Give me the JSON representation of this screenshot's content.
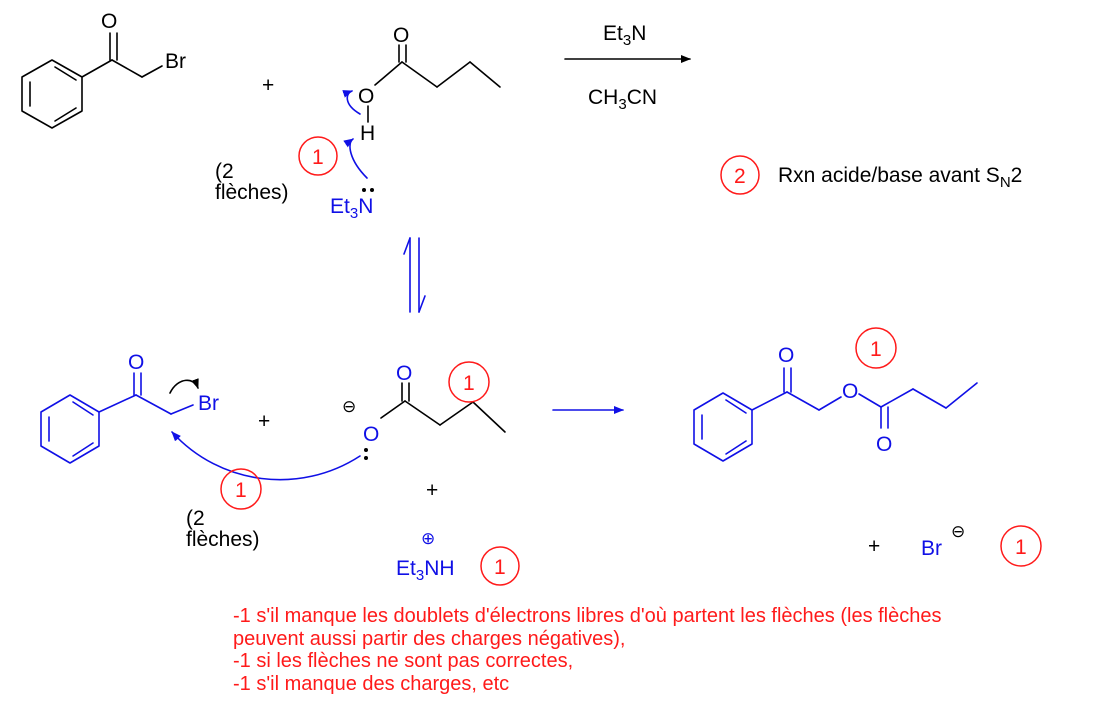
{
  "top": {
    "plus": "+",
    "reagent_above": {
      "main": "Et",
      "sub": "3",
      "tail": "N"
    },
    "reagent_below": {
      "main": "CH",
      "sub": "3",
      "tail": "CN"
    },
    "atoms": {
      "O": "O",
      "Br": "Br",
      "H": "H"
    },
    "base": {
      "main": "Et",
      "sub": "3",
      "tail": "N"
    },
    "arrow_note": [
      "(2",
      "flèches)"
    ],
    "score": "1"
  },
  "side_note": {
    "score": "2",
    "text_main": "Rxn acide/base avant S",
    "text_sub": "N",
    "text_tail": "2"
  },
  "middle": {
    "atoms": {
      "O": "O",
      "Br": "Br"
    },
    "plus_1": "+",
    "plus_2": "+",
    "charge": "⊖",
    "scores": {
      "carboxylate": "1",
      "arrow": "1",
      "ammonium": "1"
    },
    "arrow_note": [
      "(2",
      "flèches)"
    ],
    "ammonium": {
      "charge": "⊕",
      "main": "Et",
      "sub": "3",
      "tail": "NH"
    }
  },
  "product": {
    "atoms": {
      "O": "O"
    },
    "score_ester": "1",
    "plus": "+",
    "bromide": "Br",
    "bromide_charge": "⊖",
    "score_bromide": "1"
  },
  "notes": [
    "-1 s'il manque les doublets d'électrons libres d'où partent les flèches (les flèches",
    "peuvent aussi partir des charges négatives),",
    "-1 si les flèches ne sont pas correctes,",
    "-1 s'il manque des charges, etc"
  ],
  "colors": {
    "ink": "#000000",
    "accent_blue": "#1010e6",
    "grading_red": "#ff1a1a"
  }
}
